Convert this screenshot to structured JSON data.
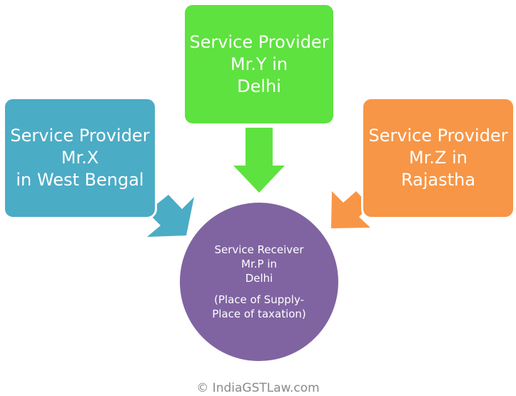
{
  "colors": {
    "provider_x": "#4bacc6",
    "provider_y": "#5ee23f",
    "provider_z": "#f79646",
    "receiver": "#8064a2"
  },
  "provider_x": {
    "lines": [
      "Service Provider",
      "Mr.X",
      "in West Bengal"
    ]
  },
  "provider_y": {
    "lines": [
      "Service Provider",
      "Mr.Y in",
      "Delhi"
    ]
  },
  "provider_z": {
    "lines": [
      "Service Provider",
      "Mr.Z in",
      "Rajastha"
    ]
  },
  "receiver": {
    "lines": [
      "Service Receiver",
      "Mr.P in",
      "Delhi"
    ],
    "note_lines": [
      "(Place of Supply-",
      "Place of taxation)"
    ]
  },
  "copyright": "© IndiaGSTLaw.com"
}
